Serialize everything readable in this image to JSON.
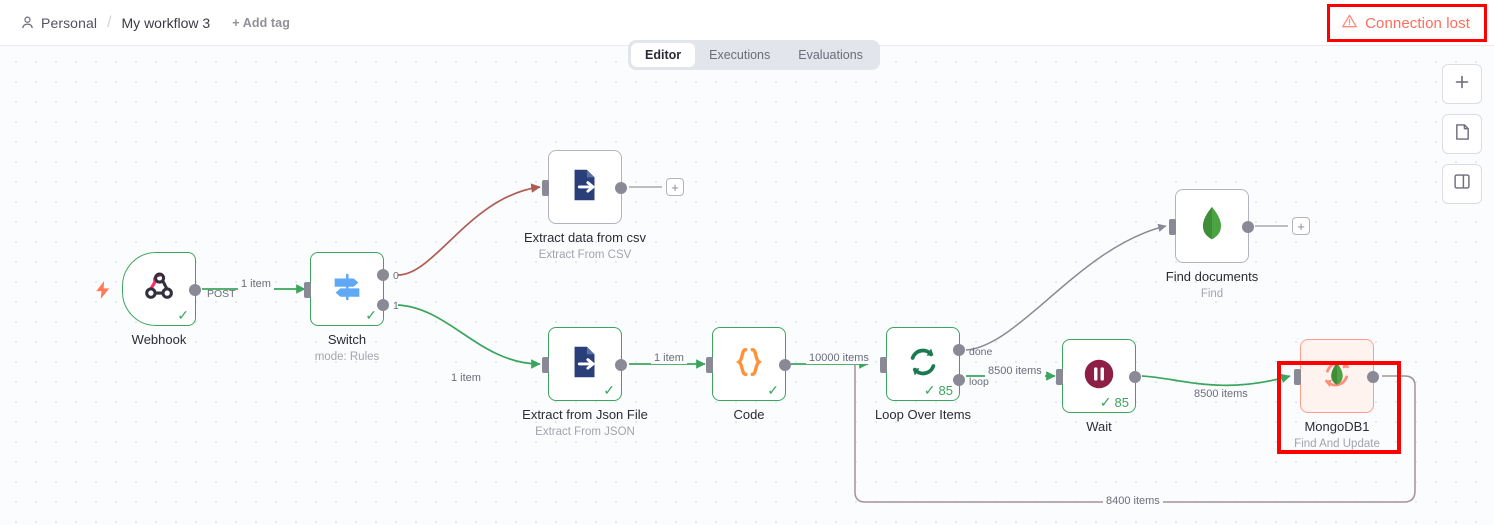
{
  "header": {
    "project": "Personal",
    "separator": "/",
    "workflow_name": "My workflow 3",
    "add_tag": "+ Add tag",
    "person_icon": "person-icon"
  },
  "tabs": [
    {
      "label": "Editor",
      "active": true
    },
    {
      "label": "Executions",
      "active": false
    },
    {
      "label": "Evaluations",
      "active": false
    }
  ],
  "status_badge": {
    "label": "Connection lost",
    "icon": "warning-triangle-icon",
    "text_color": "#ff6d5a",
    "border_color": "#ff0000"
  },
  "right_toolbar": [
    {
      "name": "add-node-button",
      "icon": "plus-icon",
      "glyph": "+"
    },
    {
      "name": "add-sticky-note-button",
      "icon": "sticky-note-icon",
      "glyph": ""
    },
    {
      "name": "toggle-panel-button",
      "icon": "panel-layout-icon",
      "glyph": ""
    }
  ],
  "nodes": [
    {
      "id": "webhook",
      "title": "Webhook",
      "subtitle": "",
      "icon": "webhook-icon",
      "state": "success",
      "check": "✓",
      "count": "",
      "output_label": "POST",
      "trigger": true
    },
    {
      "id": "switch",
      "title": "Switch",
      "subtitle": "mode: Rules",
      "icon": "switch-signpost-icon",
      "state": "success",
      "check": "✓",
      "count": "",
      "outputs": [
        "0",
        "1"
      ]
    },
    {
      "id": "extract-csv",
      "title": "Extract data from csv",
      "subtitle": "Extract From CSV",
      "icon": "extract-file-icon",
      "state": "idle",
      "check": "",
      "count": ""
    },
    {
      "id": "extract-json",
      "title": "Extract from Json File",
      "subtitle": "Extract From JSON",
      "icon": "extract-file-icon",
      "state": "success",
      "check": "✓",
      "count": ""
    },
    {
      "id": "code",
      "title": "Code",
      "subtitle": "",
      "icon": "code-braces-icon",
      "state": "success",
      "check": "✓",
      "count": ""
    },
    {
      "id": "loop-over-items",
      "title": "Loop Over Items",
      "subtitle": "",
      "icon": "loop-refresh-icon",
      "state": "success",
      "check": "✓",
      "count": "85",
      "outputs": [
        "done",
        "loop"
      ]
    },
    {
      "id": "find-documents",
      "title": "Find documents",
      "subtitle": "Find",
      "icon": "mongodb-leaf-icon",
      "state": "idle",
      "check": "",
      "count": ""
    },
    {
      "id": "wait",
      "title": "Wait",
      "subtitle": "",
      "icon": "pause-icon",
      "state": "success",
      "check": "✓",
      "count": "85"
    },
    {
      "id": "mongodb1",
      "title": "MongoDB1",
      "subtitle": "Find And Update",
      "icon": "mongodb-update-icon",
      "state": "waiting",
      "check": "",
      "count": "",
      "selected": true
    }
  ],
  "connections": [
    {
      "from": "webhook",
      "to": "switch",
      "label": "1 item",
      "color": "#3ba55d"
    },
    {
      "from": "switch-0",
      "to": "extract-csv",
      "label": "",
      "color": "#b05c52"
    },
    {
      "from": "switch-1",
      "to": "extract-json",
      "label": "1 item",
      "color": "#3ba55d"
    },
    {
      "from": "extract-csv",
      "to": "stub",
      "label": "",
      "color": "#a8a8b2"
    },
    {
      "from": "extract-json",
      "to": "code",
      "label": "1 item",
      "color": "#3ba55d"
    },
    {
      "from": "code",
      "to": "loop-over-items",
      "label": "10000 items",
      "color": "#3ba55d"
    },
    {
      "from": "loop-done",
      "to": "find-documents",
      "label": "",
      "color": "#a8a8b2"
    },
    {
      "from": "loop-loop",
      "to": "wait",
      "label": "8500 items",
      "color": "#3ba55d"
    },
    {
      "from": "find-documents",
      "to": "stub",
      "label": "",
      "color": "#a8a8b2"
    },
    {
      "from": "wait",
      "to": "mongodb1",
      "label": "8500 items",
      "color": "#3ba55d"
    },
    {
      "from": "mongodb1",
      "to": "loop-over-items",
      "label": "8400 items",
      "color": "#a39393"
    }
  ],
  "edge_labels": {
    "webhook_post": "POST",
    "webhook_switch": "1 item",
    "switch_out0": "0",
    "switch_out1": "1",
    "switch_json": "1 item",
    "json_code": "1 item",
    "code_loop": "10000 items",
    "loop_done": "done",
    "loop_loop": "loop",
    "loop_wait": "8500 items",
    "wait_mongo": "8500 items",
    "mongo_loop": "8400 items"
  },
  "stub_glyph": "+"
}
